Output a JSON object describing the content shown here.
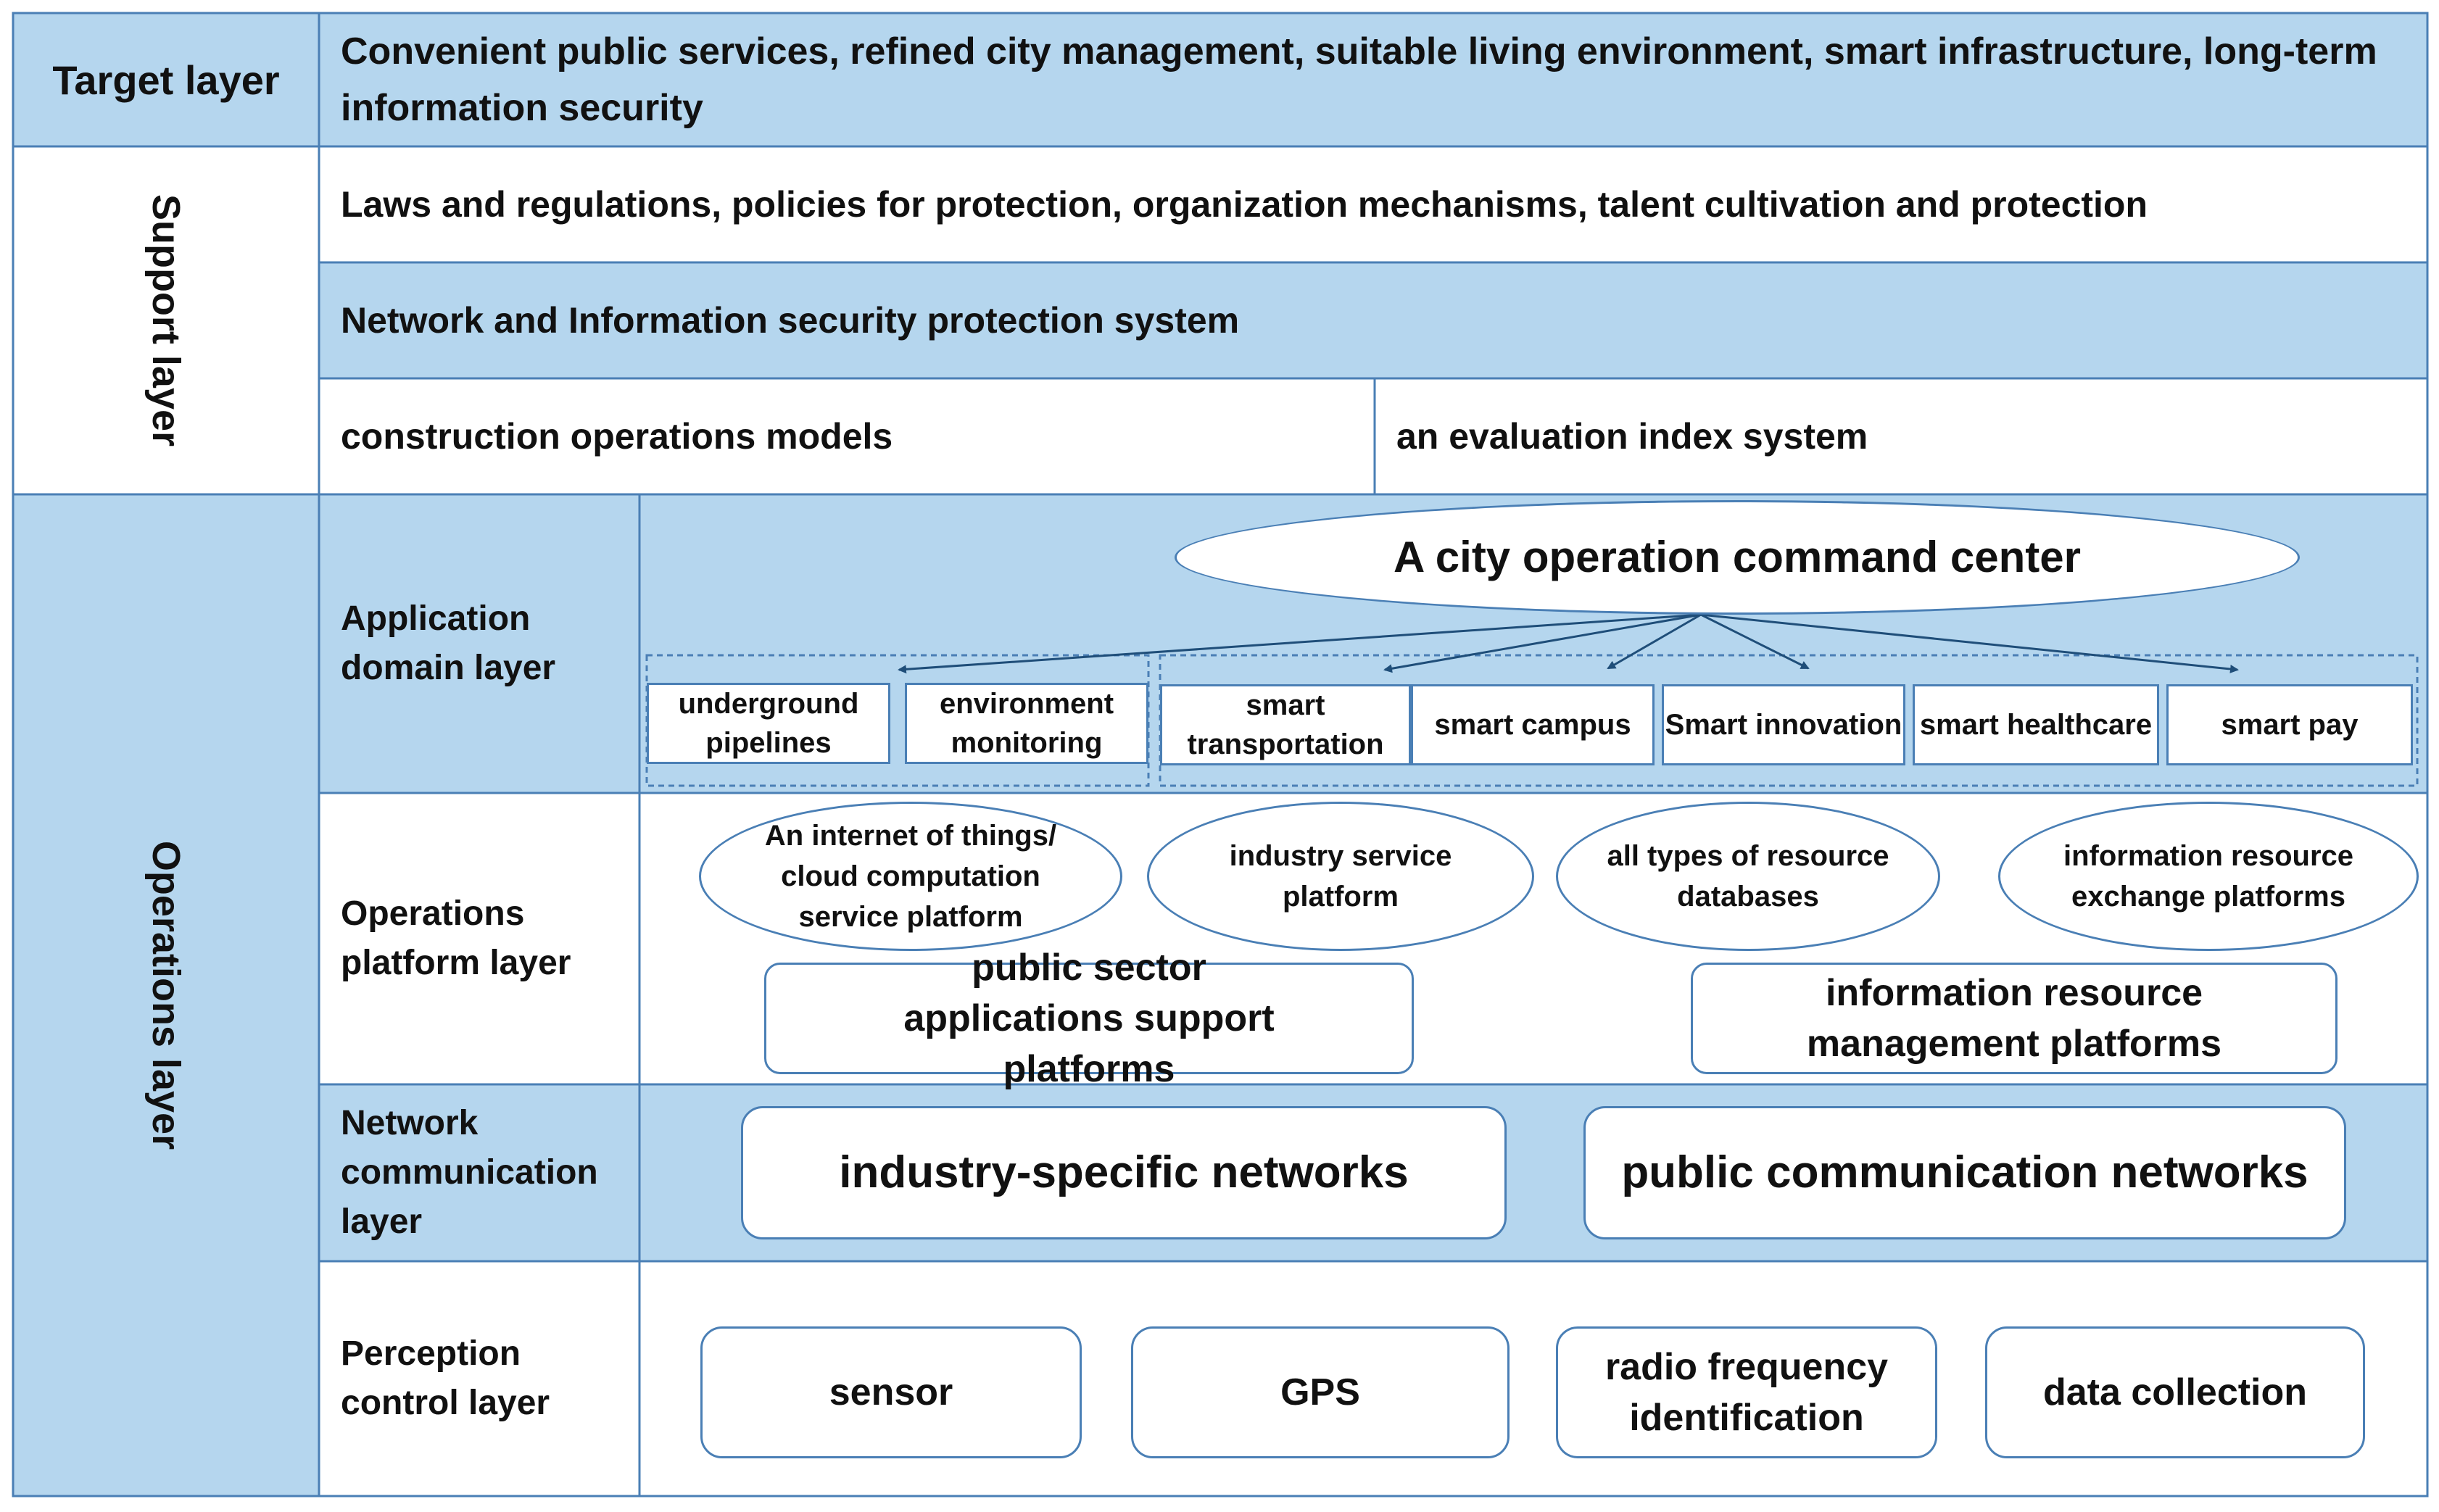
{
  "target": {
    "label": "Target layer",
    "text": "Convenient public services, refined city management, suitable living environment, smart infrastructure, long-term information security"
  },
  "support": {
    "label": "Support layer",
    "laws": "Laws and regulations, policies for protection, organization mechanisms, talent cultivation and protection",
    "network_security": "Network and Information security protection system",
    "construction": "construction operations models",
    "evaluation": "an evaluation index system"
  },
  "operations": {
    "label": "Operations layer",
    "application": {
      "label": "Application domain layer",
      "command_center": "A city operation command center",
      "domains": [
        "underground pipelines",
        "environment monitoring",
        "smart transportation",
        "smart campus",
        "Smart innovation",
        "smart healthcare",
        "smart pay"
      ]
    },
    "platform": {
      "label": "Operations platform layer",
      "ellipses": [
        "An internet of things/ cloud computation service platform",
        "industry service platform",
        "all types of resource databases",
        "information resource exchange platforms"
      ],
      "support_platforms": [
        "public sector applications support platforms",
        "information resource management platforms"
      ]
    },
    "network": {
      "label": "Network communication layer",
      "items": [
        "industry-specific networks",
        "public communication networks"
      ]
    },
    "perception": {
      "label": "Perception control layer",
      "items": [
        "sensor",
        "GPS",
        "radio frequency identification",
        "data collection"
      ]
    }
  },
  "colors": {
    "band_blue": "#b5d6ee",
    "border_blue": "#4a7fb5",
    "arrow": "#1f4e79"
  }
}
